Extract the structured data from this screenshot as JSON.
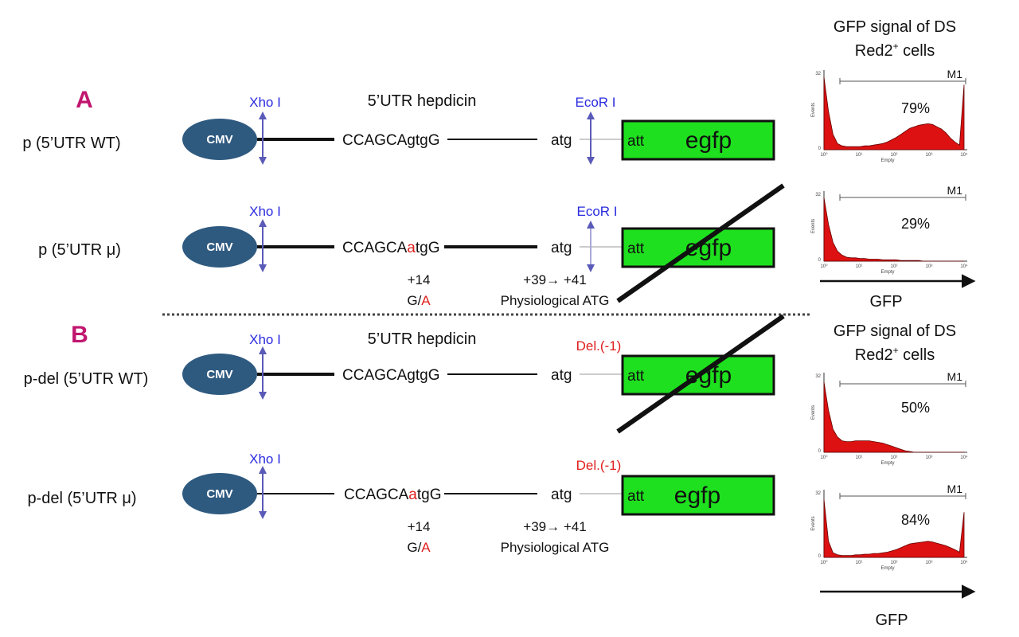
{
  "sections": {
    "a": {
      "letter": "A",
      "header": "5’UTR hepdicin",
      "rows": [
        {
          "label": "p (5’UTR WT)",
          "site_left": "Xho I",
          "site_right": "EcoR I",
          "promoter": "CMV",
          "seq_prefix": "CCAGCA",
          "seq_mut": "",
          "seq_mid": "gtgG",
          "atg": "atg",
          "att": "att",
          "gene": "egfp"
        },
        {
          "label": "p (5’UTR μ)",
          "site_left": "Xho I",
          "site_right": "EcoR I",
          "promoter": "CMV",
          "seq_prefix": "CCAGCA",
          "seq_mut": "a",
          "seq_mid": "tgG",
          "atg": "atg",
          "att": "att",
          "gene": "egfp"
        }
      ],
      "pos_left": "+14",
      "mut_left_wt": "G/",
      "mut_left_mu": "A",
      "pos_right": "+39→ +41",
      "physio": "Physiological ATG"
    },
    "b": {
      "letter": "B",
      "header": "5’UTR hepdicin",
      "rows": [
        {
          "label": "p-del (5’UTR WT)",
          "site_left": "Xho I",
          "site_right": "Del.(-1)",
          "promoter": "CMV",
          "seq_prefix": "CCAGCA",
          "seq_mut": "",
          "seq_mid": "gtgG",
          "atg": "atg",
          "att": "att",
          "gene": "egfp"
        },
        {
          "label": "p-del (5’UTR μ)",
          "site_left": "Xho I",
          "site_right": "Del.(-1)",
          "promoter": "CMV",
          "seq_prefix": "CCAGCA",
          "seq_mut": "a",
          "seq_mid": "tgG",
          "atg": "atg",
          "att": "att",
          "gene": "egfp"
        }
      ],
      "pos_left": "+14",
      "mut_left_wt": "G/",
      "mut_left_mu": "A",
      "pos_right": "+39→ +41",
      "physio": "Physiological ATG"
    }
  },
  "gfp_panels": {
    "title_a": [
      "GFP signal of DS",
      "Red2",
      "+",
      " cells"
    ],
    "title_b": [
      "GFP signal of DS",
      "Red2",
      "+",
      " cells"
    ],
    "axis_label": "GFP",
    "gate": "M1",
    "y_axis": "Events",
    "x_axis": "Empty",
    "y_max": "32",
    "y_min": "0",
    "x_ticks": [
      "10⁰",
      "10¹",
      "10²",
      "10³",
      "10⁴"
    ],
    "histograms": [
      {
        "percent": "79%",
        "profile": [
          0.95,
          0.5,
          0.2,
          0.08,
          0.05,
          0.04,
          0.04,
          0.04,
          0.04,
          0.05,
          0.05,
          0.06,
          0.07,
          0.08,
          0.1,
          0.13,
          0.16,
          0.2,
          0.24,
          0.28,
          0.3,
          0.32,
          0.33,
          0.34,
          0.33,
          0.3,
          0.27,
          0.22,
          0.15,
          0.1,
          0.06,
          0.85
        ]
      },
      {
        "percent": "29%",
        "profile": [
          0.95,
          0.55,
          0.28,
          0.15,
          0.09,
          0.06,
          0.05,
          0.05,
          0.04,
          0.04,
          0.03,
          0.03,
          0.03,
          0.02,
          0.02,
          0.02,
          0.02,
          0.01,
          0.01,
          0.01,
          0.01,
          0.01,
          0,
          0,
          0,
          0,
          0,
          0,
          0,
          0,
          0,
          0
        ]
      },
      {
        "percent": "50%",
        "profile": [
          0.92,
          0.55,
          0.3,
          0.2,
          0.15,
          0.14,
          0.14,
          0.15,
          0.15,
          0.15,
          0.15,
          0.14,
          0.13,
          0.12,
          0.1,
          0.08,
          0.06,
          0.04,
          0.02,
          0.01,
          0,
          0,
          0,
          0,
          0,
          0,
          0,
          0,
          0,
          0,
          0,
          0
        ]
      },
      {
        "percent": "84%",
        "profile": [
          0.9,
          0.25,
          0.07,
          0.04,
          0.03,
          0.03,
          0.03,
          0.04,
          0.04,
          0.05,
          0.05,
          0.06,
          0.06,
          0.07,
          0.08,
          0.1,
          0.12,
          0.15,
          0.18,
          0.21,
          0.22,
          0.23,
          0.24,
          0.25,
          0.24,
          0.22,
          0.2,
          0.18,
          0.15,
          0.12,
          0.08,
          0.7
        ]
      }
    ]
  },
  "colors": {
    "section_letter": "#c0166f",
    "restriction_site": "#2a2adf",
    "deletion": "#e01e1e",
    "mutation": "#e01e1e",
    "cmv_fill": "#2f5a80",
    "egfp_fill": "#1ee01e",
    "histogram_fill": "#dd1111"
  }
}
